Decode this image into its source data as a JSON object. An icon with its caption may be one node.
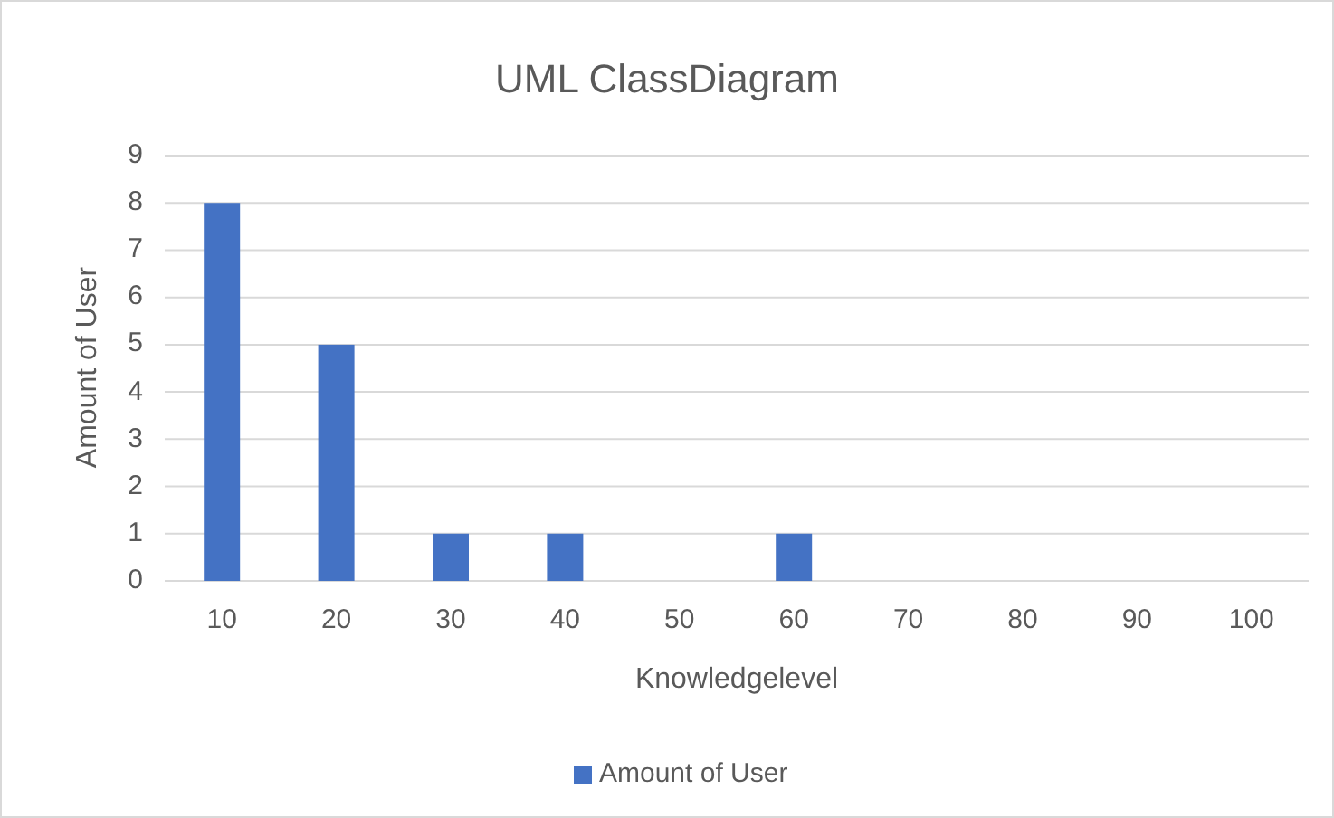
{
  "diagram": {
    "chart_data": {
      "type": "bar",
      "title": "UML ClassDiagram",
      "xlabel": "Knowledgelevel",
      "ylabel": "Amount of User",
      "categories": [
        "10",
        "20",
        "30",
        "40",
        "50",
        "60",
        "70",
        "80",
        "90",
        "100"
      ],
      "series": [
        {
          "name": "Amount of User",
          "color": "#4472c4",
          "values": [
            8,
            5,
            1,
            1,
            0,
            1,
            0,
            0,
            0,
            0
          ]
        }
      ],
      "ylim": [
        0,
        9
      ],
      "grid": true,
      "yticks": [
        0,
        1,
        2,
        3,
        4,
        5,
        6,
        7,
        8,
        9
      ]
    }
  }
}
